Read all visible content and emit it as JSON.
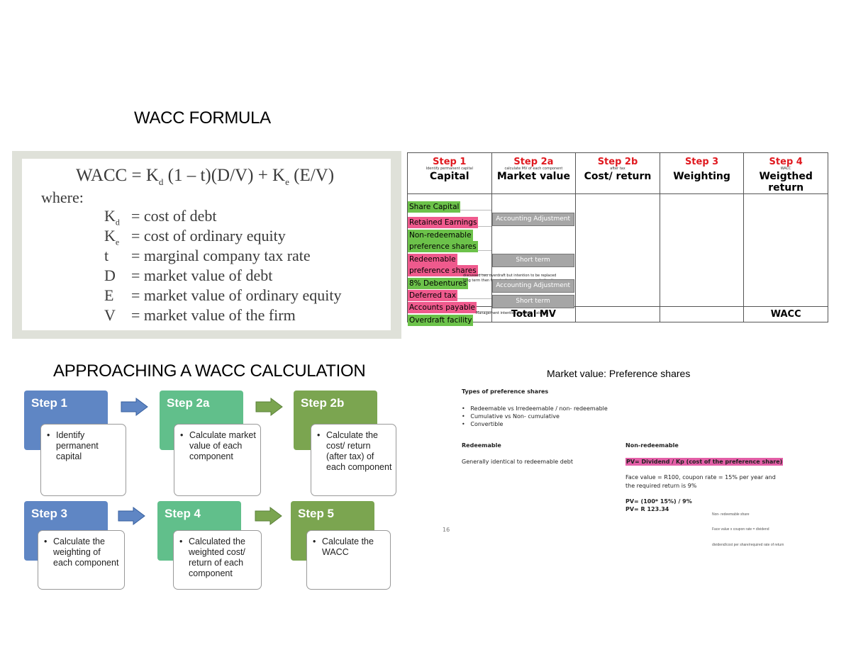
{
  "headings": {
    "formula": "WACC FORMULA",
    "approach": "APPROACHING A WACC CALCULATION"
  },
  "formula": {
    "main_prefix": "WACC = K",
    "main_sub1": "d",
    "main_mid": " (1 – t)(D/V) + K",
    "main_sub2": "e",
    "main_suffix": " (E/V)",
    "where": "where:",
    "definitions": [
      {
        "sym": "K",
        "sub": "d",
        "text": "= cost of debt"
      },
      {
        "sym": "K",
        "sub": "e",
        "text": "= cost of ordinary equity"
      },
      {
        "sym": "t",
        "sub": "",
        "text": "= marginal company tax rate"
      },
      {
        "sym": "D",
        "sub": "",
        "text": "= market value of debt"
      },
      {
        "sym": "E",
        "sub": "",
        "text": "= market value of ordinary equity"
      },
      {
        "sym": "V",
        "sub": "",
        "text": "= market value of the firm"
      }
    ]
  },
  "steps_table": {
    "headers": [
      {
        "step": "Step 1",
        "sub": "Identify permanent capital",
        "main": "Capital"
      },
      {
        "step": "Step 2a",
        "sub": "calculate MV of each component",
        "main": "Market value"
      },
      {
        "step": "Step 2b",
        "sub": "after tax",
        "main": "Cost/ return"
      },
      {
        "step": "Step 3",
        "sub": "",
        "main": "Weighting"
      },
      {
        "step": "Step 4",
        "sub": "WACC",
        "main": "Weigthed return"
      }
    ],
    "capital_items": [
      {
        "label": "Share Capital",
        "color": "green"
      },
      {
        "label": "Retained Earnings",
        "color": "pink"
      },
      {
        "label": "Non-redeemable",
        "color": "green"
      },
      {
        "label": "preference shares",
        "color": "green"
      },
      {
        "label": "Redeemable",
        "color": "pink"
      },
      {
        "label": "preference shares",
        "color": "pink"
      },
      {
        "label": "8% Debentures",
        "color": "green"
      },
      {
        "label": "Deferred tax",
        "color": "pink"
      },
      {
        "label": "Accounts payable",
        "color": "pink"
      },
      {
        "label": "Overdraft facility",
        "color": "green"
      }
    ],
    "market_boxes": {
      "accounting_adjustment_1": "Accounting Adjustment",
      "short_term_1": "Short term",
      "accounting_adjustment_2": "Accounting Adjustment",
      "short_term_2": "Short term"
    },
    "tiny_notes": {
      "debentures_1": "discussed two overdraft but intention to be replaced",
      "debentures_2": "long term then from technical management situation",
      "overdraft": "Management intention keyword * always"
    },
    "footer": {
      "total_mv": "Total MV",
      "wacc": "WACC"
    },
    "colors": {
      "step_red": "#e0191f",
      "pink": "#ef5a8d",
      "green": "#6cc24a",
      "box_gray": "#a6a6a6"
    }
  },
  "approach": {
    "steps": [
      {
        "label": "Step 1",
        "desc": "Identify permanent capital",
        "color": "blue"
      },
      {
        "label": "Step 2a",
        "desc": "Calculate market value of each component",
        "color": "teal"
      },
      {
        "label": "Step 2b",
        "desc": "Calculate the cost/ return (after tax) of each component",
        "color": "olive"
      },
      {
        "label": "Step 3",
        "desc": "Calculate the weighting of each component",
        "color": "blue"
      },
      {
        "label": "Step 4",
        "desc": "Calculated the weighted cost/ return of each component",
        "color": "teal"
      },
      {
        "label": "Step 5",
        "desc": "Calculate the WACC",
        "color": "olive"
      }
    ],
    "bullet": "•",
    "colors": {
      "blue": "#5f86c4",
      "teal": "#61bf8b",
      "olive": "#7ba550"
    }
  },
  "preference": {
    "title": "Market value: Preference shares",
    "types_heading": "Types of preference shares",
    "types": [
      "Redeemable vs Irredeemable / non- redeemable",
      "Cumulative vs Non- cumulative",
      "Convertible"
    ],
    "redeemable_heading": "Redeemable",
    "redeemable_text": "Generally identical to redeemable debt",
    "nonredeemable_heading": "Non-redeemable",
    "formula_highlight": "PV= Dividend / Kp (cost of the preference share)",
    "example_line1": "Face value = R100, coupon rate = 15% per year and",
    "example_line2": "the required return is 9%",
    "calc_line1": "PV= (100* 15%) / 9%",
    "calc_line2": "PV= R 123.34",
    "page_number": "16",
    "faded_notes": [
      "Non- redeemable share",
      "Face value x coupon rate = dividend",
      "dividend/cost per share/required rate of return"
    ],
    "highlight_color": "#e35fa7"
  }
}
